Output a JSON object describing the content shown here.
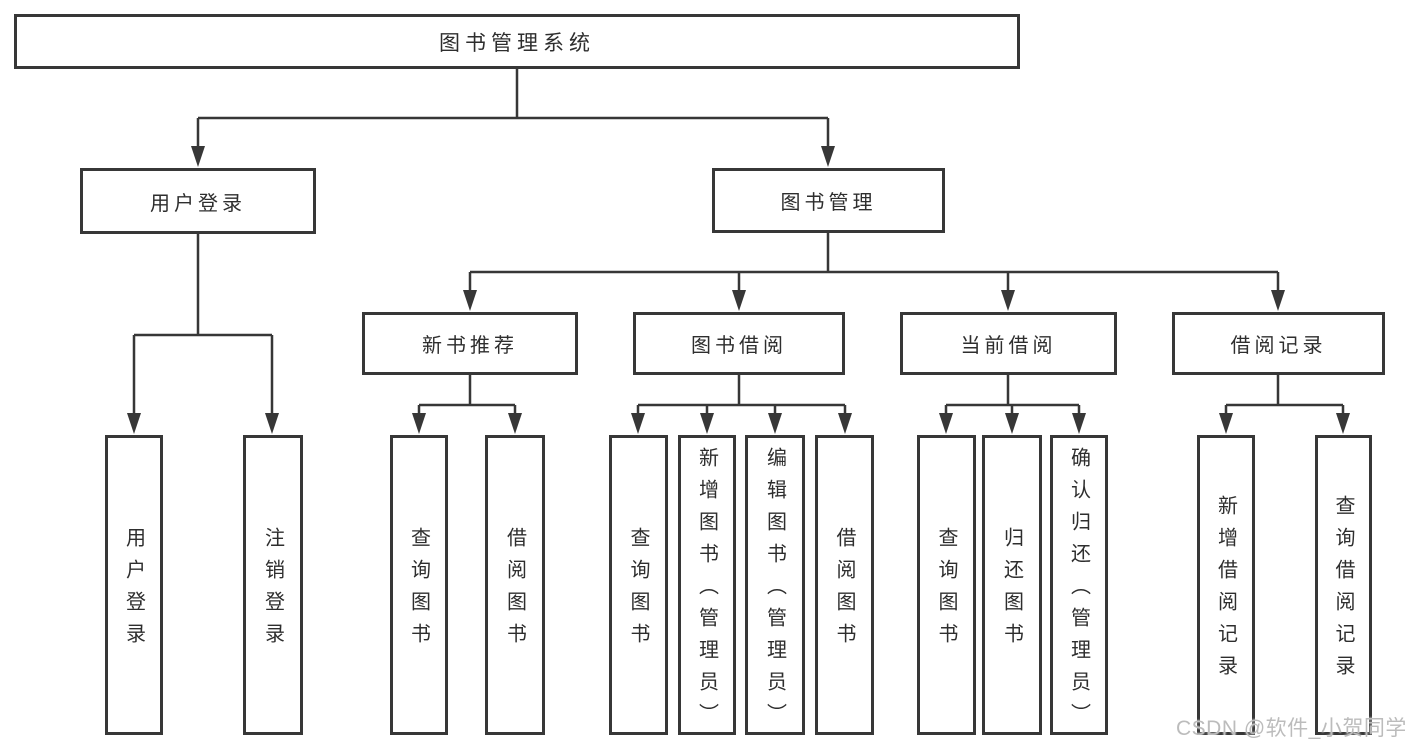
{
  "diagram": {
    "title": "图书管理系统",
    "watermark": "CSDN @软件_小贺同学",
    "colors": {
      "line": "#373737",
      "box_border": "#373737",
      "text": "#2e2e2e",
      "watermark_text": "#bcbcbc",
      "background": "#ffffff"
    },
    "nodes": {
      "root": {
        "label": "图书管理系统"
      },
      "user_login": {
        "label": "用户登录"
      },
      "book_mgmt": {
        "label": "图书管理"
      },
      "new_book_rec": {
        "label": "新书推荐"
      },
      "book_borrow": {
        "label": "图书借阅"
      },
      "current_borrow": {
        "label": "当前借阅"
      },
      "borrow_records": {
        "label": "借阅记录"
      },
      "leaf_user_login": {
        "label": "用户登录"
      },
      "leaf_logout": {
        "label": "注销登录"
      },
      "leaf_query_books_rec": {
        "label": "查询图书"
      },
      "leaf_borrow_books_rec": {
        "label": "借阅图书"
      },
      "leaf_query_books_borrow": {
        "label": "查询图书"
      },
      "leaf_add_books_admin": {
        "label": "新增图书（管理员）"
      },
      "leaf_edit_books_admin": {
        "label": "编辑图书（管理员）"
      },
      "leaf_borrow_books_borrow": {
        "label": "借阅图书"
      },
      "leaf_query_books_current": {
        "label": "查询图书"
      },
      "leaf_return_books": {
        "label": "归还图书"
      },
      "leaf_confirm_return_admin": {
        "label": "确认归还（管理员）"
      },
      "leaf_add_borrow_record": {
        "label": "新增借阅记录"
      },
      "leaf_query_borrow_record": {
        "label": "查询借阅记录"
      }
    },
    "hierarchy": {
      "图书管理系统": [
        "用户登录",
        "图书管理"
      ],
      "用户登录": [
        "用户登录",
        "注销登录"
      ],
      "图书管理": [
        "新书推荐",
        "图书借阅",
        "当前借阅",
        "借阅记录"
      ],
      "新书推荐": [
        "查询图书",
        "借阅图书"
      ],
      "图书借阅": [
        "查询图书",
        "新增图书（管理员）",
        "编辑图书（管理员）",
        "借阅图书"
      ],
      "当前借阅": [
        "查询图书",
        "归还图书",
        "确认归还（管理员）"
      ],
      "借阅记录": [
        "新增借阅记录",
        "查询借阅记录"
      ]
    }
  }
}
